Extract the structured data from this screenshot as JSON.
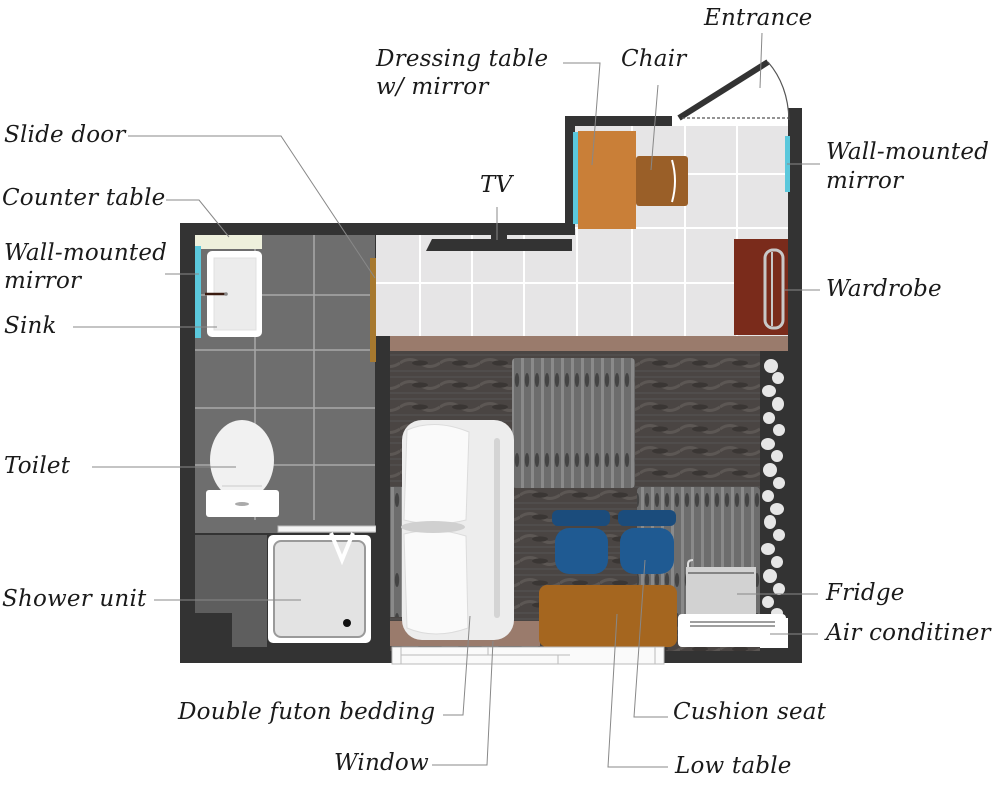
{
  "diagram": {
    "type": "floor plan",
    "subject": "Studio room with unit bathroom",
    "colors": {
      "wall": "#333333",
      "bath_tile": "#6e6e6e",
      "floor_tile": "#e6e5e6",
      "tatami_dark": "#4a4543",
      "tatami_light": "#6d6d6d",
      "wood_trim": "#9a7b6c",
      "dressing_table": "#c97f38",
      "chair": "#9a5f28",
      "wardrobe": "#7a2b1b",
      "cushion": "#1f5a92",
      "low_table": "#a5661f",
      "mirror": "#5bc8dc",
      "slide_door": "#a7792f"
    }
  },
  "labels": {
    "entrance": "Entrance",
    "dressing_table_line1": "Dressing table",
    "dressing_table_line2": "w/ mirror",
    "chair": "Chair",
    "slide_door": "Slide door",
    "counter_table": "Counter table",
    "wall_mirror_left_line1": "Wall-mounted",
    "wall_mirror_left_line2": "mirror",
    "sink": "Sink",
    "tv": "TV",
    "wall_mirror_right_line1": "Wall-mounted",
    "wall_mirror_right_line2": "mirror",
    "wardrobe": "Wardrobe",
    "toilet": "Toilet",
    "shower_unit": "Shower unit",
    "fridge": "Fridge",
    "air_conditioner": "Air conditiner",
    "double_futon": "Double futon bedding",
    "cushion_seat": "Cushion seat",
    "window": "Window",
    "low_table": "Low table"
  }
}
